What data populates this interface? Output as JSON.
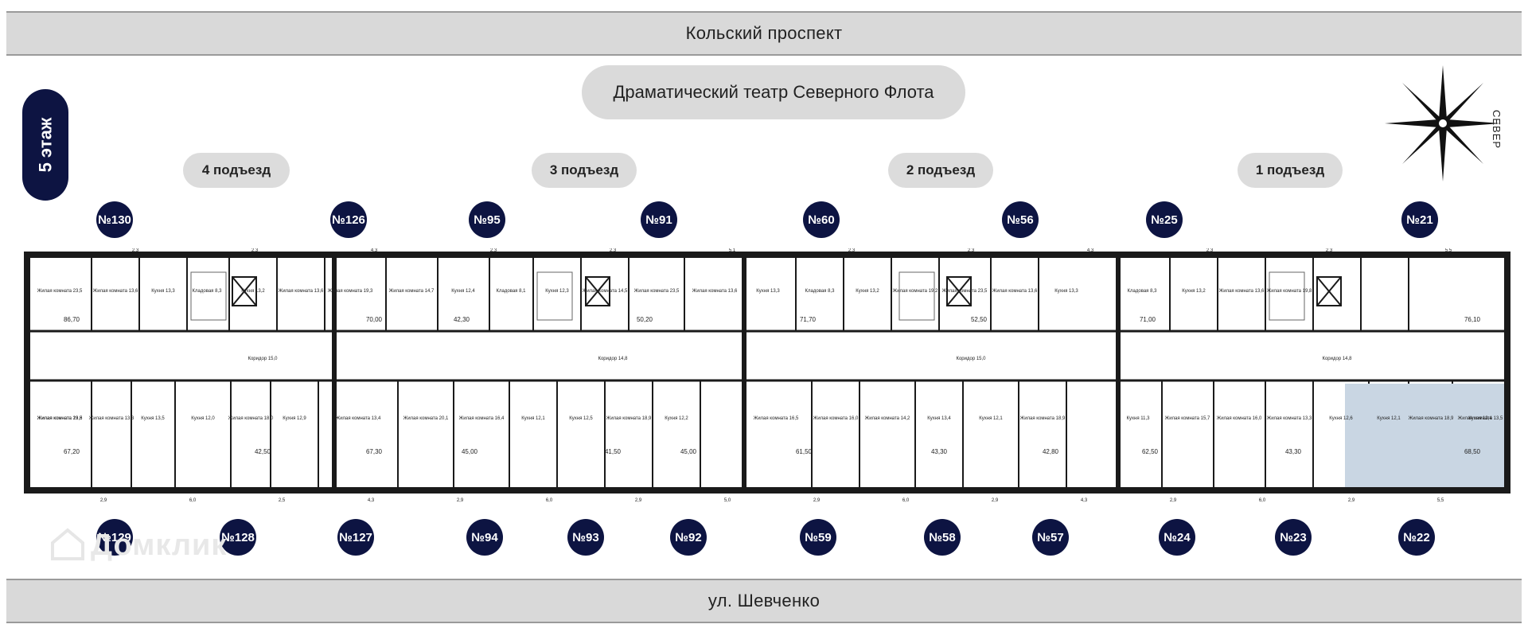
{
  "roads": {
    "top": "Кольский проспект",
    "bottom": "ул. Шевченко"
  },
  "landmark": "Драматический театр Северного Флота",
  "floor": "5 этаж",
  "compass_label": "СЕВЕР",
  "watermark": "Домклик",
  "entrances": [
    "4 подъезд",
    "3 подъезд",
    "2 подъезд",
    "1 подъезд"
  ],
  "apartments_top": [
    "№130",
    "№126",
    "№95",
    "№91",
    "№60",
    "№56",
    "№25",
    "№21"
  ],
  "apartments_bottom": [
    "№129",
    "№128",
    "№127",
    "№94",
    "№93",
    "№92",
    "№59",
    "№58",
    "№57",
    "№24",
    "№23",
    "№22"
  ],
  "colors": {
    "badge": "#0d1442",
    "highlight": "#c9d6e3",
    "wall": "#1a1a1a",
    "road": "#d9d9d9"
  },
  "plan": {
    "labels": [
      "Жилая комната 23,5",
      "Жилая комната 13,6",
      "Кухня 13,3",
      "Кладовая 8,3",
      "Кухня 13,2",
      "Жилая комната 13,6",
      "Жилая комната 19,3",
      "Жилая комната 14,7",
      "Кухня 12,4",
      "Кладовая 8,1",
      "Кухня 12,3",
      "Жилая комната 14,5",
      "Жилая комната 23,5",
      "Жилая комната 13,6",
      "Кухня 13,3",
      "Кладовая 8,3",
      "Кухня 13,2",
      "Жилая комната 19,2",
      "Жилая комната 23,5",
      "Жилая комната 13,6",
      "Кухня 13,3",
      "Кладовая 8,3",
      "Кухня 13,2",
      "Жилая комната 13,6",
      "Жилая комната 19,8",
      "Коридор 15,0",
      "Коридор 14,8",
      "Коридор 15,0",
      "Коридор 14,8",
      "Жилая комната 23,5",
      "Жилая комната 13,3",
      "Кухня 13,5",
      "Кухня 12,0",
      "Жилая комната 18,0",
      "Кухня 12,9",
      "Жилая комната 13,4",
      "Жилая комната 20,1",
      "Жилая комната 16,4",
      "Кухня 12,1",
      "Кухня 12,5",
      "Жилая комната 18,9",
      "Кухня 12,2",
      "Жилая комната 16,5",
      "Жилая комната 16,0",
      "Жилая комната 14,2",
      "Кухня 13,4",
      "Кухня 12,1",
      "Жилая комната 18,9",
      "Кухня 11,3",
      "Жилая комната 15,7",
      "Жилая комната 16,0",
      "Жилая комната 13,3",
      "Кухня 12,6",
      "Кухня 12,1",
      "Жилая комната 18,9",
      "Кухня 13,4",
      "Жилая комната 13,5",
      "Жилая комната 19,8"
    ],
    "areas": [
      "86,70",
      "70,00",
      "42,30",
      "50,20",
      "71,70",
      "52,50",
      "71,00",
      "76,10",
      "67,20",
      "42,50",
      "67,30",
      "45,00",
      "41,50",
      "45,00",
      "61,50",
      "43,30",
      "42,80",
      "62,50",
      "43,30",
      "68,50"
    ],
    "balconies": [
      "2,3",
      "2,3",
      "4,3",
      "2,3",
      "2,3",
      "5,1",
      "2,3",
      "2,3",
      "4,3",
      "2,3",
      "2,3",
      "5,5",
      "2,9",
      "6,0",
      "2,5",
      "4,3",
      "2,9",
      "6,0",
      "2,9",
      "5,0",
      "2,9",
      "6,0",
      "2,9",
      "4,3",
      "2,9",
      "6,0",
      "2,9",
      "5,5"
    ]
  }
}
